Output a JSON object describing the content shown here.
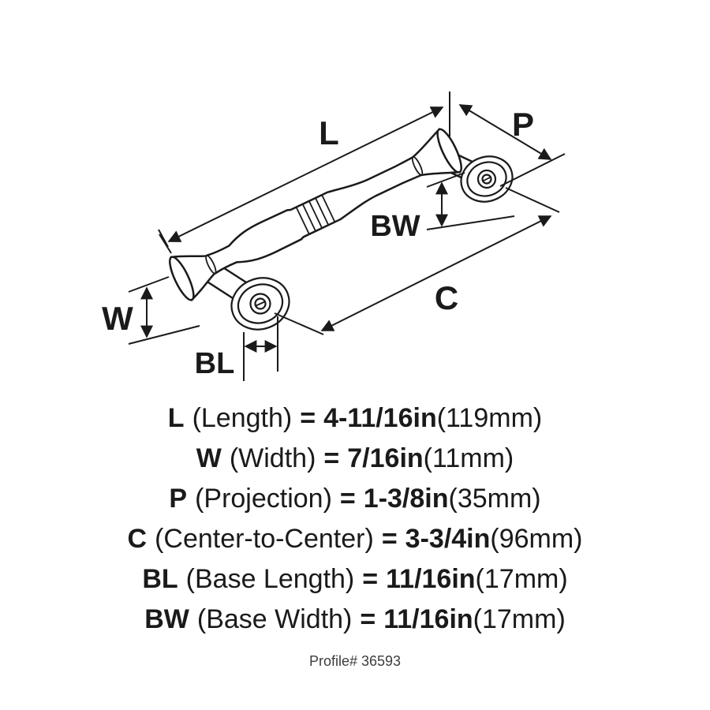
{
  "figure": {
    "dim_labels": {
      "L": "L",
      "P": "P",
      "BW": "BW",
      "C": "C",
      "W": "W",
      "BL": "BL"
    }
  },
  "specs": [
    {
      "abbr": "L",
      "name": "(Length)",
      "equals": "=",
      "imperial": "4-11/16in",
      "metric": "(119mm)"
    },
    {
      "abbr": "W",
      "name": "(Width)",
      "equals": "=",
      "imperial": "7/16in",
      "metric": "(11mm)"
    },
    {
      "abbr": "P",
      "name": "(Projection)",
      "equals": "=",
      "imperial": "1-3/8in",
      "metric": "(35mm)"
    },
    {
      "abbr": "C",
      "name": "(Center-to-Center)",
      "equals": "=",
      "imperial": "3-3/4in",
      "metric": "(96mm)"
    },
    {
      "abbr": "BL",
      "name": "(Base Length)",
      "equals": "=",
      "imperial": "11/16in",
      "metric": "(17mm)"
    },
    {
      "abbr": "BW",
      "name": "(Base Width)",
      "equals": "=",
      "imperial": "11/16in",
      "metric": "(17mm)"
    }
  ],
  "footer": {
    "profile": "Profile# 36593"
  },
  "colors": {
    "ink": "#1a1a1a",
    "muted": "#3d3d3d",
    "background": "#ffffff"
  }
}
